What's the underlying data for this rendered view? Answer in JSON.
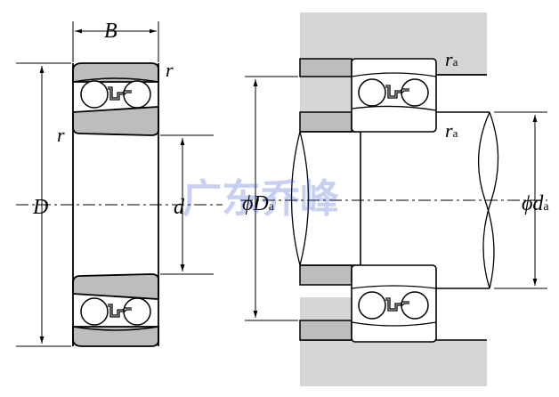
{
  "labels": {
    "B": "B",
    "r_top": "r",
    "r_left": "r",
    "D": "D",
    "d": "d",
    "phi_Da": "ϕD",
    "phi_Da_sub": "a",
    "phi_da": "ϕd",
    "phi_da_sub": "a",
    "ra_top": "r",
    "ra_top_sub": "a",
    "ra_mid": "r",
    "ra_mid_sub": "a"
  },
  "watermark": "广东乔峰",
  "colors": {
    "housing": "#d6d6d6",
    "ring": "#bdbdbd",
    "line": "#000000",
    "watermark": "#3b5bd6"
  }
}
